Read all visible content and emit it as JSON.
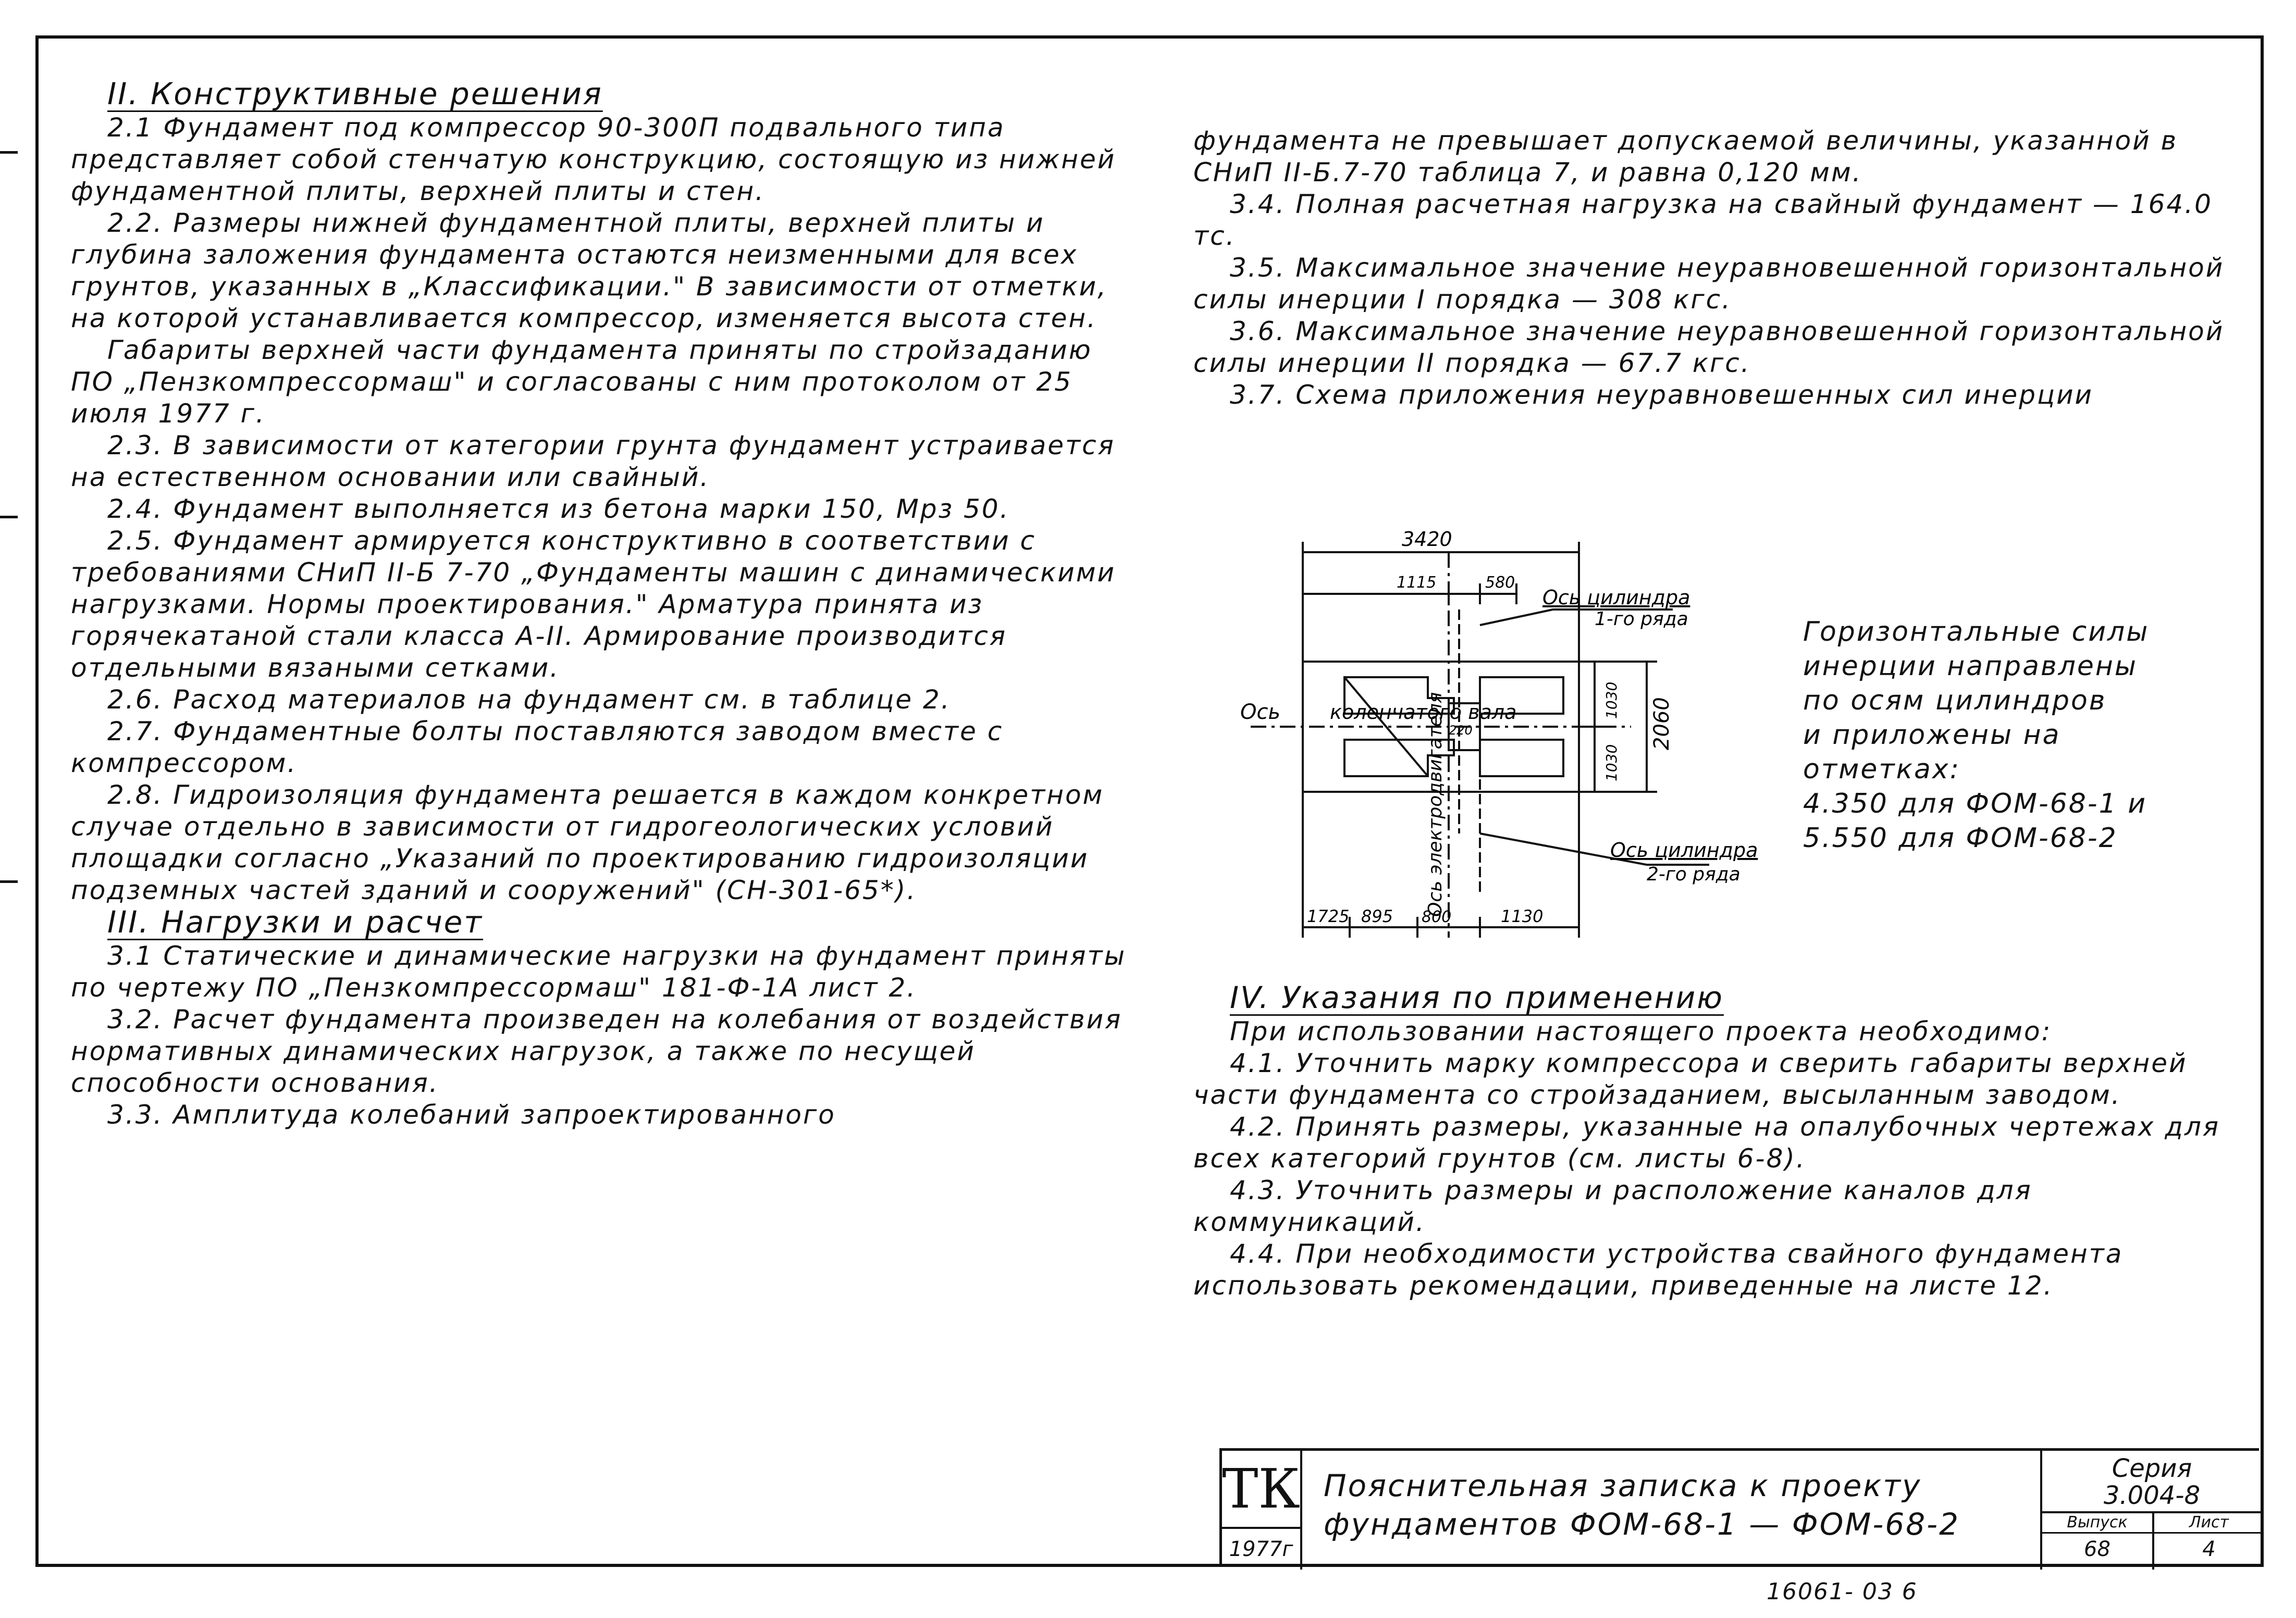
{
  "left_column": [
    {
      "type": "heading",
      "text": "II. Конструктивные решения"
    },
    {
      "type": "p",
      "text": "2.1 Фундамент под компрессор 90-300П подвального типа представляет собой стенчатую конструкцию, состоящую из нижней фундаментной плиты, верхней плиты и стен."
    },
    {
      "type": "p",
      "text": "2.2. Размеры нижней фундаментной плиты, верхней плиты и глубина заложения фундамента остаются неизменными для всех грунтов, указанных в „Классификации.\" В зависимости от отметки, на которой устанавливается компрессор, изменяется высота стен."
    },
    {
      "type": "p",
      "text": "Габариты верхней части фундамента приняты по стройзаданию ПО „Пензкомпрессормаш\" и согласованы с ним протоколом от 25 июля 1977 г."
    },
    {
      "type": "p",
      "text": "2.3. В зависимости от категории грунта фундамент устраивается на естественном основании или свайный."
    },
    {
      "type": "p",
      "text": "2.4. Фундамент выполняется из бетона марки 150, Мрз 50."
    },
    {
      "type": "p",
      "text": "2.5. Фундамент армируется конструктивно в соответствии с требованиями СНиП II-Б 7-70 „Фундаменты машин с динамическими нагрузками. Нормы проектирования.\" Арматура принята из горячекатаной стали класса А-II. Армирование производится отдельными вязаными сетками."
    },
    {
      "type": "p",
      "text": "2.6. Расход материалов на фундамент см. в таблице 2."
    },
    {
      "type": "p",
      "text": "2.7. Фундаментные болты поставляются заводом вместе с компрессором."
    },
    {
      "type": "p",
      "text": "2.8. Гидроизоляция фундамента решается в каждом конкретном случае отдельно в зависимости от гидрогеологических условий площадки согласно „Указаний по проектированию гидроизоляции подземных частей зданий и сооружений\" (СН-301-65*)."
    },
    {
      "type": "heading",
      "text": "III. Нагрузки и расчет"
    },
    {
      "type": "p",
      "text": "3.1 Статические и динамические нагрузки на фундамент приняты по чертежу ПО „Пензкомпрессормаш\" 181-Ф-1А лист 2."
    },
    {
      "type": "p",
      "text": "3.2. Расчет фундамента произведен на колебания от воздействия нормативных динамических нагрузок, а также по несущей способности основания."
    },
    {
      "type": "p",
      "text": "3.3. Амплитуда колебаний запроектированного"
    }
  ],
  "right_column": [
    {
      "type": "cont",
      "text": "фундамента не превышает допускаемой величины, указанной в СНиП II-Б.7-70 таблица 7, и равна 0,120 мм."
    },
    {
      "type": "p",
      "text": "3.4. Полная расчетная нагрузка на свайный фундамент — 164.0 тс."
    },
    {
      "type": "p",
      "text": "3.5. Максимальное значение неуравновешенной горизонтальной силы инерции I порядка — 308 кгс."
    },
    {
      "type": "p",
      "text": "3.6. Максимальное значение неуравновешенной горизонтальной силы инерции II порядка — 67.7 кгс."
    },
    {
      "type": "p",
      "text": "3.7. Схема приложения неуравновешенных сил инерции"
    }
  ],
  "right_column_2": [
    {
      "type": "heading",
      "text": "IV. Указания по применению"
    },
    {
      "type": "p",
      "text": "При использовании настоящего проекта необходимо:"
    },
    {
      "type": "p",
      "text": "4.1. Уточнить марку компрессора и сверить габариты верхней части фундамента со стройзаданием, высыланным заводом."
    },
    {
      "type": "p",
      "text": "4.2. Принять размеры, указанные на опалубочных чертежах для всех категорий грунтов (см. листы 6-8)."
    },
    {
      "type": "p",
      "text": "4.3. Уточнить размеры и расположение каналов для коммуникаций."
    },
    {
      "type": "p",
      "text": "4.4. При необходимости устройства свайного фундамента использовать рекомендации, приведенные на листе 12."
    }
  ],
  "diagram": {
    "dim_top": "3420",
    "dim_1115": "1115",
    "dim_580": "580",
    "axis_cyl1": "Ось цилиндра",
    "axis_cyl1_row": "1-го ряда",
    "axis_motor": "Ось электродвигателя",
    "axis_shaft_left": "Ось",
    "axis_shaft": "коленчатого вала",
    "dim_1030a": "1030",
    "dim_1030b": "1030",
    "dim_2060": "2060",
    "dim_220": "220",
    "axis_cyl2": "Ось цилиндра",
    "axis_cyl2_row": "2-го ряда",
    "dim_1725": "1725",
    "dim_895": "895",
    "dim_800": "800",
    "dim_1130": "1130"
  },
  "forces_note": [
    "Горизонтальные силы",
    "инерции направлены",
    "по осям цилиндров",
    "и приложены на",
    "отметках:",
    "4.350 для ФОМ-68-1 и",
    "5.550 для ФОМ-68-2"
  ],
  "title_block": {
    "logo": "ТК",
    "year": "1977г",
    "title_line1": "Пояснительная записка к проекту",
    "title_line2": "фундаментов ФОМ-68-1 — ФОМ-68-2",
    "series_label": "Серия",
    "series_value": "3.004-8",
    "issue_label": "Выпуск",
    "issue_value": "68",
    "sheet_label": "Лист",
    "sheet_value": "4"
  },
  "bottom_code": "16061- 03     6"
}
